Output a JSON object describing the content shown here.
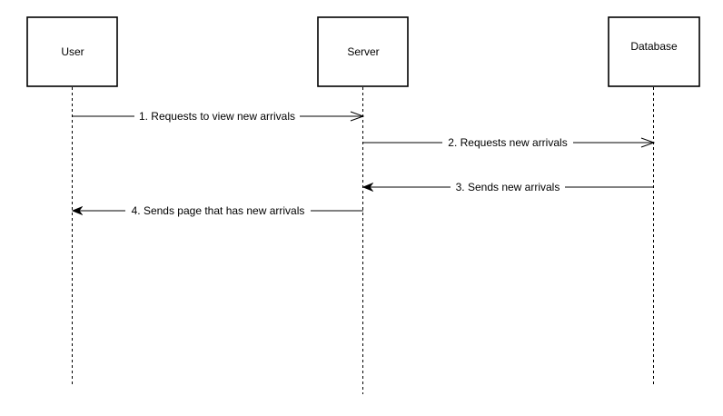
{
  "diagram": {
    "type": "sequence",
    "participants": [
      {
        "id": "user",
        "label": "User"
      },
      {
        "id": "server",
        "label": "Server"
      },
      {
        "id": "database",
        "label": "Database"
      }
    ],
    "messages": [
      {
        "from": "user",
        "to": "server",
        "label": "1. Requests to view new arrivals",
        "arrow": "open"
      },
      {
        "from": "server",
        "to": "database",
        "label": "2. Requests new arrivals",
        "arrow": "open"
      },
      {
        "from": "database",
        "to": "server",
        "label": "3. Sends new arrivals",
        "arrow": "filled"
      },
      {
        "from": "server",
        "to": "user",
        "label": "4. Sends page that has new arrivals",
        "arrow": "filled"
      }
    ]
  }
}
